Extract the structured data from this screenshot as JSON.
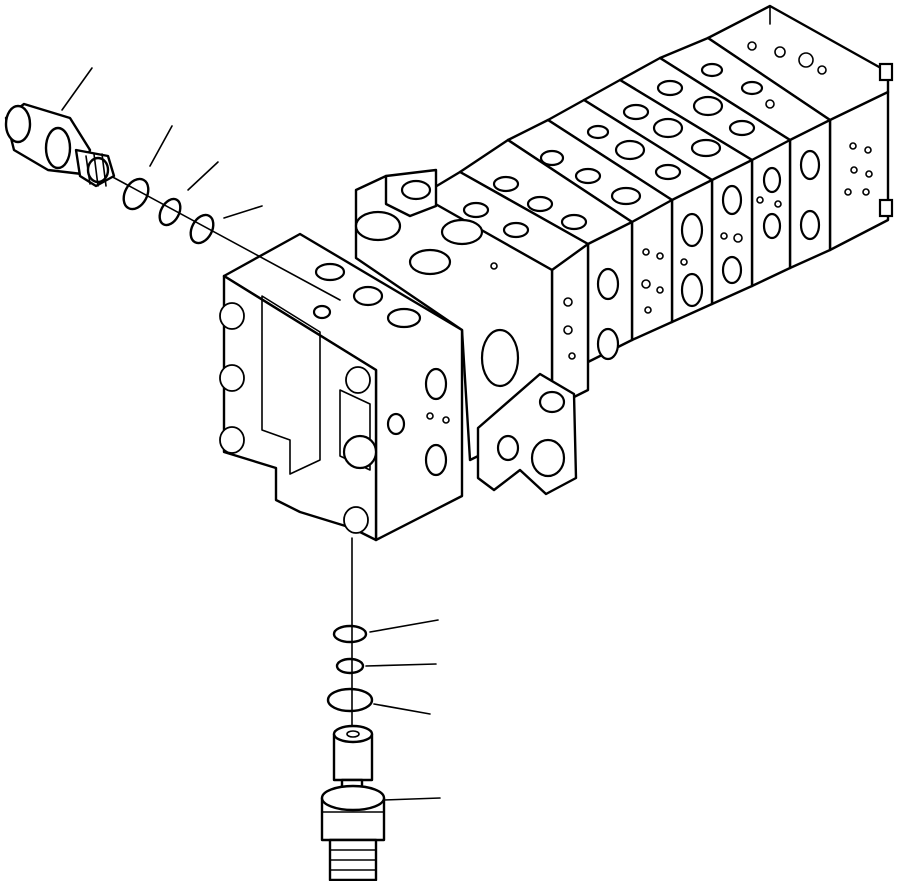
{
  "diagram": {
    "kind": "exploded-parts-view",
    "subject_icon": "control-valve-assembly-icon",
    "callouts": [
      {
        "target": "upper-relief-valve",
        "text": ""
      },
      {
        "target": "upper-o-ring-1",
        "text": ""
      },
      {
        "target": "upper-o-ring-2",
        "text": ""
      },
      {
        "target": "upper-o-ring-3",
        "text": ""
      },
      {
        "target": "lower-o-ring-1",
        "text": ""
      },
      {
        "target": "lower-o-ring-2",
        "text": ""
      },
      {
        "target": "lower-o-ring-3",
        "text": ""
      },
      {
        "target": "lower-relief-valve",
        "text": ""
      }
    ],
    "colors": {
      "ink": "#000000",
      "paper": "#ffffff"
    }
  }
}
